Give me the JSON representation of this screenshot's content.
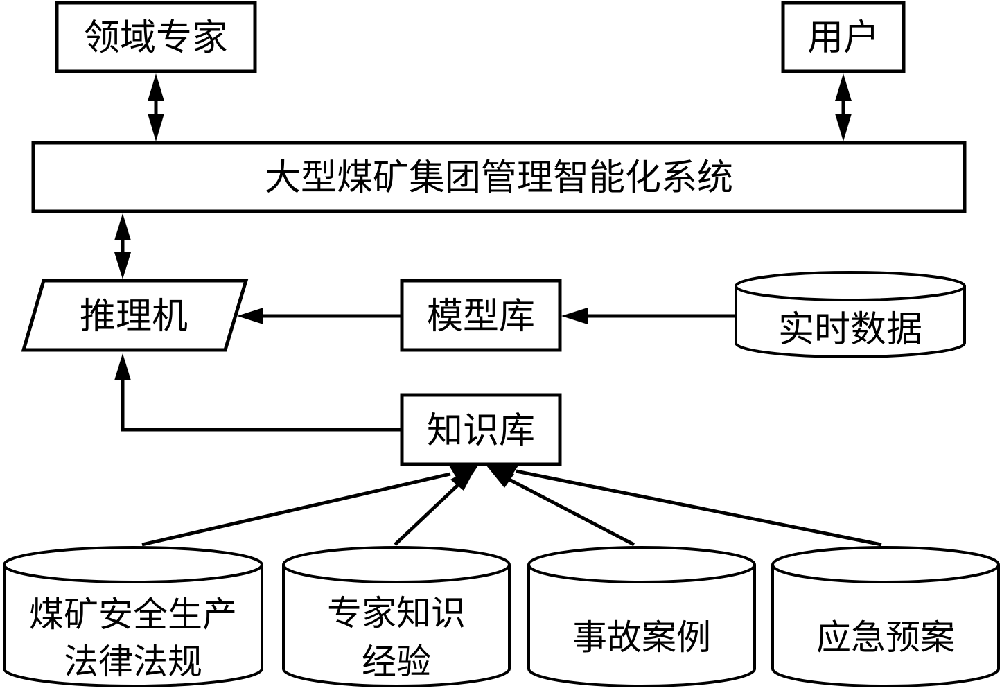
{
  "diagram": {
    "title": "大型煤矿集团管理智能化系统 architecture",
    "stroke_color": "#000000",
    "background_color": "#ffffff",
    "nodes": {
      "domain_expert": {
        "label": "领域专家",
        "shape": "rectangle"
      },
      "user": {
        "label": "用户",
        "shape": "rectangle"
      },
      "system": {
        "label": "大型煤矿集团管理智能化系统",
        "shape": "rectangle"
      },
      "inference_engine": {
        "label": "推理机",
        "shape": "parallelogram"
      },
      "model_base": {
        "label": "模型库",
        "shape": "rectangle"
      },
      "realtime_data": {
        "label": "实时数据",
        "shape": "cylinder"
      },
      "knowledge_base": {
        "label": "知识库",
        "shape": "rectangle"
      },
      "laws": {
        "label_line1": "煤矿安全生产",
        "label_line2": "法律法规",
        "shape": "cylinder"
      },
      "expert_knowledge": {
        "label_line1": "专家知识",
        "label_line2": "经验",
        "shape": "cylinder"
      },
      "accident_cases": {
        "label": "事故案例",
        "shape": "cylinder"
      },
      "emergency_plans": {
        "label": "应急预案",
        "shape": "cylinder"
      }
    },
    "edges": [
      {
        "from": "domain_expert",
        "to": "system",
        "direction": "bidirectional"
      },
      {
        "from": "user",
        "to": "system",
        "direction": "bidirectional"
      },
      {
        "from": "system",
        "to": "inference_engine",
        "direction": "bidirectional"
      },
      {
        "from": "model_base",
        "to": "inference_engine",
        "direction": "forward"
      },
      {
        "from": "realtime_data",
        "to": "model_base",
        "direction": "forward"
      },
      {
        "from": "knowledge_base",
        "to": "inference_engine",
        "direction": "forward"
      },
      {
        "from": "laws",
        "to": "knowledge_base",
        "direction": "forward"
      },
      {
        "from": "expert_knowledge",
        "to": "knowledge_base",
        "direction": "forward"
      },
      {
        "from": "accident_cases",
        "to": "knowledge_base",
        "direction": "forward"
      },
      {
        "from": "emergency_plans",
        "to": "knowledge_base",
        "direction": "forward"
      }
    ]
  }
}
